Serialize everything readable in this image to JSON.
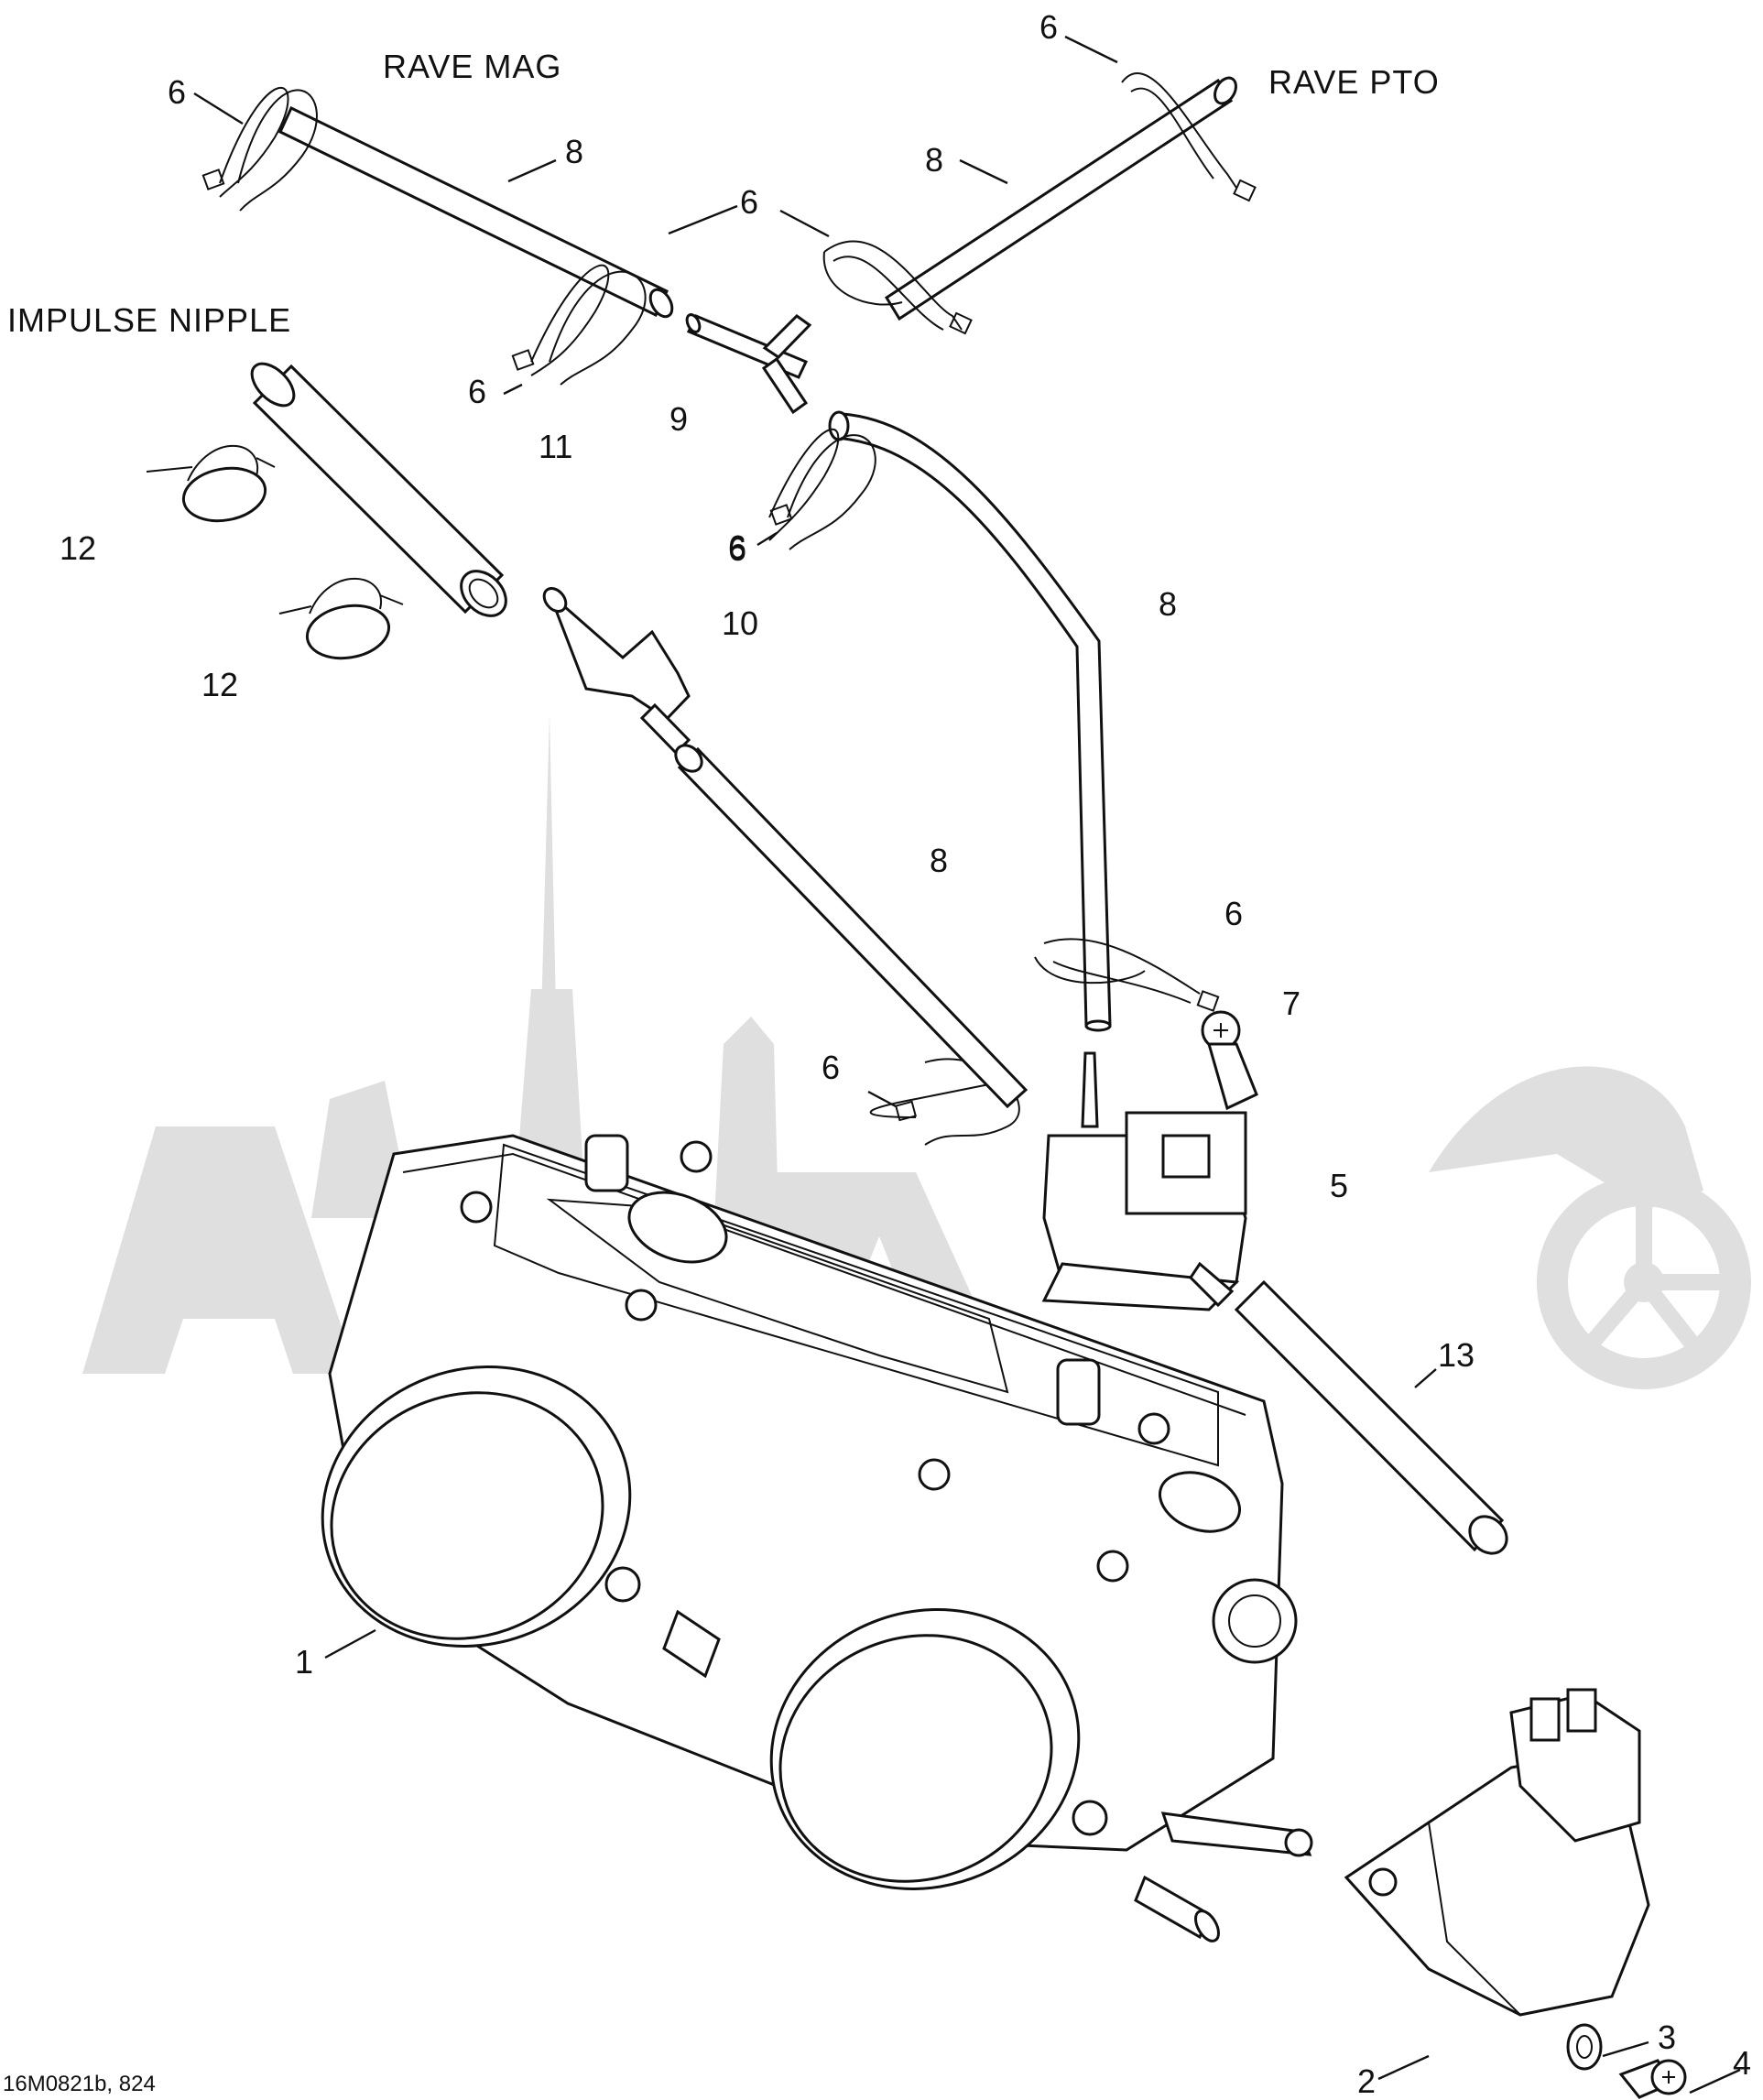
{
  "diagram": {
    "watermark": "ActiMoto",
    "code": "16M0821b, 824",
    "titles": {
      "rave_mag": "RAVE MAG",
      "rave_pto": "RAVE PTO",
      "impulse_nipple": "IMPULSE NIPPLE"
    },
    "callouts": [
      "6",
      "8",
      "6",
      "6",
      "8",
      "6",
      "6",
      "9",
      "11",
      "12",
      "12",
      "6",
      "10",
      "8",
      "8",
      "6",
      "7",
      "6",
      "5",
      "13",
      "1",
      "2",
      "3",
      "4"
    ],
    "colors": {
      "line": "#111111",
      "watermark": "#dcdcdc",
      "background": "#ffffff"
    }
  }
}
